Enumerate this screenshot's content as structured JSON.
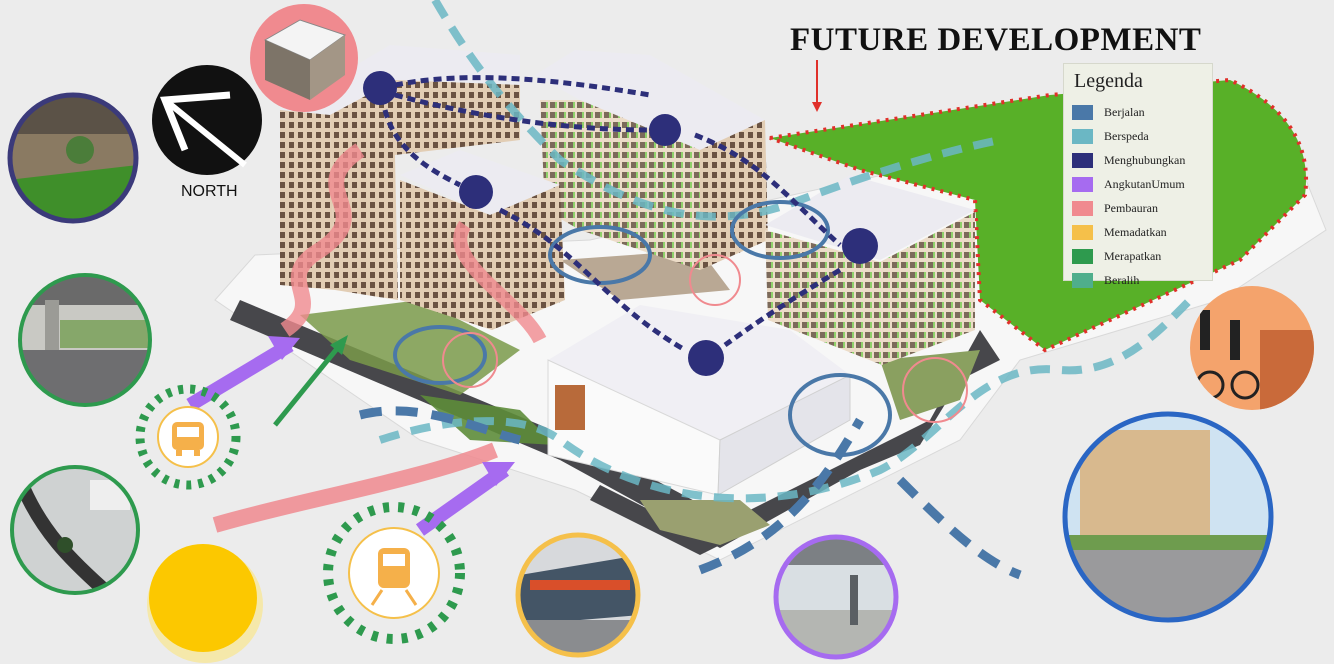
{
  "title": "FUTURE DEVELOPMENT",
  "north": {
    "label": "NORTH",
    "icon": "north-arrow-icon"
  },
  "legend": {
    "title": "Legenda",
    "items": [
      {
        "label": "Berjalan",
        "color": "#4a78a8"
      },
      {
        "label": "Berspeda",
        "color": "#6bb7c4"
      },
      {
        "label": "Menghubungkan",
        "color": "#2d2f7a"
      },
      {
        "label": "AngkutanUmum",
        "color": "#a66bf0"
      },
      {
        "label": "Pembauran",
        "color": "#f08a8f"
      },
      {
        "label": "Memadatkan",
        "color": "#f5c04a"
      },
      {
        "label": "Merapatkan",
        "color": "#2e9a4e"
      },
      {
        "label": "Beralih",
        "color": "#4fae8c"
      }
    ]
  },
  "icons": {
    "bus": "bus-icon",
    "train": "train-icon",
    "sun": "sun-icon"
  },
  "colors": {
    "green_area": "#58b028",
    "boundary": "#e0302a",
    "building": "#e2cdb4",
    "roof": "#ecebf1",
    "ground": "#444448"
  }
}
